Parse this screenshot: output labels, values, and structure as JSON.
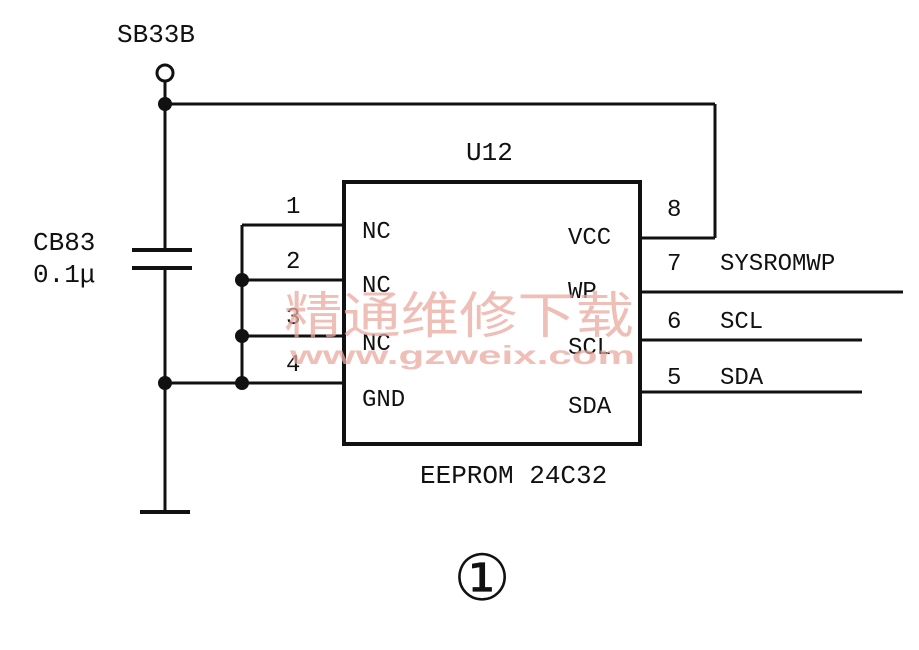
{
  "power": {
    "label": "SB33B"
  },
  "capacitor": {
    "ref": "CB83",
    "value": "0.1μ"
  },
  "chip": {
    "ref": "U12",
    "part": "EEPROM 24C32",
    "left_pins": [
      {
        "num": "1",
        "name": "NC"
      },
      {
        "num": "2",
        "name": "NC"
      },
      {
        "num": "3",
        "name": "NC"
      },
      {
        "num": "4",
        "name": "GND"
      }
    ],
    "right_pins": [
      {
        "num": "8",
        "name": "VCC",
        "net": ""
      },
      {
        "num": "7",
        "name": "WP",
        "net": "SYSROMWP"
      },
      {
        "num": "6",
        "name": "SCL",
        "net": "SCL"
      },
      {
        "num": "5",
        "name": "SDA",
        "net": "SDA"
      }
    ]
  },
  "figure_number": "①",
  "watermark": {
    "text": "精通维修下载",
    "url": "www.gzweix.com"
  }
}
